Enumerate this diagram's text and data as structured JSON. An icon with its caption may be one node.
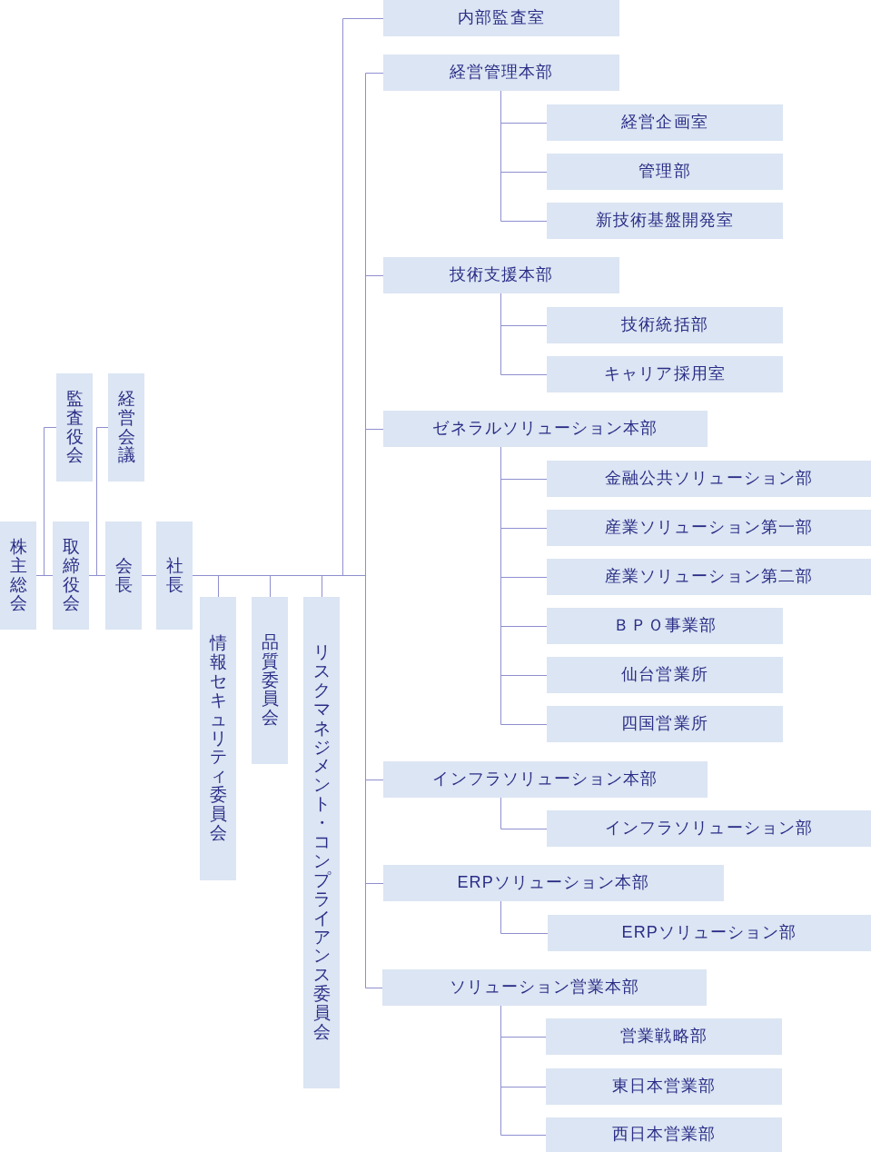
{
  "diagram": {
    "nodes": [
      {
        "text": [
          "株主総会"
        ]
      },
      {
        "text": [
          "監査役会"
        ]
      },
      {
        "text": [
          "取締役会"
        ]
      },
      {
        "text": [
          "経営会議"
        ]
      },
      {
        "text": [
          "会長"
        ]
      },
      {
        "text": [
          "社長"
        ]
      },
      {
        "text": [
          "情報セキュリティ委員会"
        ]
      },
      {
        "text": [
          "品質委員会"
        ]
      },
      {
        "text": [
          "リスクマネジメント・コンプライアンス委員会"
        ]
      },
      {
        "text": [
          "内部監査室"
        ]
      },
      {
        "text": [
          "経営管理本部"
        ]
      },
      {
        "text": [
          "経営企画室"
        ]
      },
      {
        "text": [
          "管理部"
        ]
      },
      {
        "text": [
          "新技術基盤開発室"
        ]
      },
      {
        "text": [
          "技術支援本部"
        ]
      },
      {
        "text": [
          "技術統括部"
        ]
      },
      {
        "text": [
          "キャリア採用室"
        ]
      },
      {
        "text": [
          "ゼネラルソリューション本部"
        ]
      },
      {
        "text": [
          "金融公共ソリューション部"
        ]
      },
      {
        "text": [
          "産業ソリューション第一部"
        ]
      },
      {
        "text": [
          "産業ソリューション第二部"
        ]
      },
      {
        "text": [
          "ＢＰＯ事業部"
        ]
      },
      {
        "text": [
          "仙台営業所"
        ]
      },
      {
        "text": [
          "四国営業所"
        ]
      },
      {
        "text": [
          "インフラソリューション本部"
        ]
      },
      {
        "text": [
          "インフラソリューション部"
        ]
      },
      {
        "text": [
          "ERPソリューション本部"
        ]
      },
      {
        "text": [
          "ERPソリューション部"
        ]
      },
      {
        "text": [
          "ソリューション営業本部"
        ]
      },
      {
        "text": [
          "営業戦略部"
        ]
      },
      {
        "text": [
          "東日本営業部"
        ]
      },
      {
        "text": [
          "西日本営業部"
        ]
      }
    ],
    "edges": [
      {
        "from": 0,
        "to": 1,
        "arrow": "none"
      },
      {
        "from": 0,
        "to": 2,
        "arrow": "none"
      },
      {
        "from": 2,
        "to": 3,
        "arrow": "none"
      },
      {
        "from": 2,
        "to": 4,
        "arrow": "none"
      },
      {
        "from": 4,
        "to": 5,
        "arrow": "none"
      },
      {
        "from": 5,
        "to": 6,
        "arrow": "none"
      },
      {
        "from": 5,
        "to": 7,
        "arrow": "none"
      },
      {
        "from": 5,
        "to": 8,
        "arrow": "none"
      },
      {
        "from": 5,
        "to": 9,
        "arrow": "none"
      },
      {
        "from": 5,
        "to": 10,
        "arrow": "none"
      },
      {
        "from": 5,
        "to": 14,
        "arrow": "none"
      },
      {
        "from": 5,
        "to": 17,
        "arrow": "none"
      },
      {
        "from": 5,
        "to": 24,
        "arrow": "none"
      },
      {
        "from": 5,
        "to": 26,
        "arrow": "none"
      },
      {
        "from": 5,
        "to": 28,
        "arrow": "none"
      },
      {
        "from": 10,
        "to": 11,
        "arrow": "none"
      },
      {
        "from": 10,
        "to": 12,
        "arrow": "none"
      },
      {
        "from": 10,
        "to": 13,
        "arrow": "none"
      },
      {
        "from": 14,
        "to": 15,
        "arrow": "none"
      },
      {
        "from": 14,
        "to": 16,
        "arrow": "none"
      },
      {
        "from": 17,
        "to": 18,
        "arrow": "none"
      },
      {
        "from": 17,
        "to": 19,
        "arrow": "none"
      },
      {
        "from": 17,
        "to": 20,
        "arrow": "none"
      },
      {
        "from": 17,
        "to": 21,
        "arrow": "none"
      },
      {
        "from": 17,
        "to": 22,
        "arrow": "none"
      },
      {
        "from": 17,
        "to": 23,
        "arrow": "none"
      },
      {
        "from": 24,
        "to": 25,
        "arrow": "none"
      },
      {
        "from": 26,
        "to": 27,
        "arrow": "none"
      },
      {
        "from": 28,
        "to": 29,
        "arrow": "none"
      },
      {
        "from": 28,
        "to": 30,
        "arrow": "none"
      },
      {
        "from": 28,
        "to": 31,
        "arrow": "none"
      }
    ]
  }
}
